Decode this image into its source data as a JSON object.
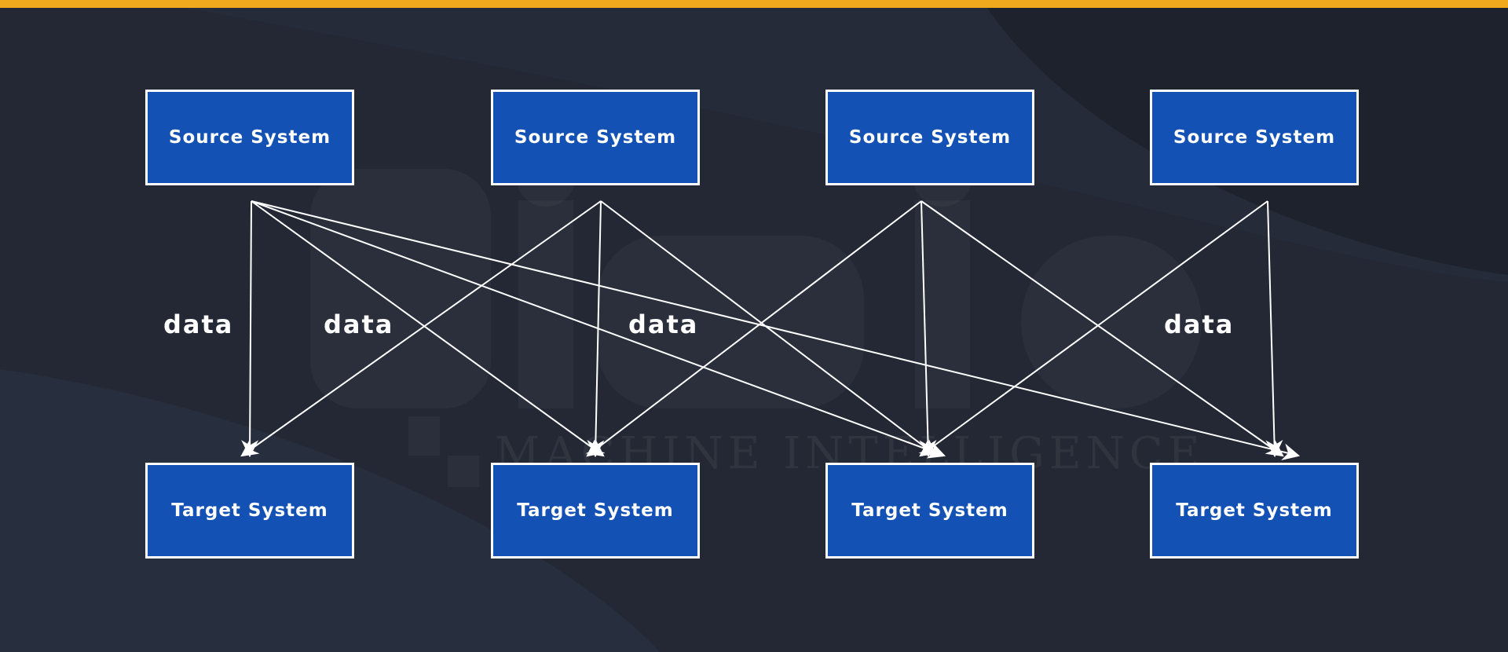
{
  "colors": {
    "accent": "#f0a91c",
    "node_fill": "#1351b5",
    "node_border": "#ffffff",
    "background": "#232834",
    "wire": "#ffffff"
  },
  "watermark": {
    "word": "limia",
    "tagline": "MACHINE INTELLIGENCE"
  },
  "sources": [
    {
      "label": "Source System"
    },
    {
      "label": "Source System"
    },
    {
      "label": "Source System"
    },
    {
      "label": "Source System"
    }
  ],
  "targets": [
    {
      "label": "Target System"
    },
    {
      "label": "Target System"
    },
    {
      "label": "Target System"
    },
    {
      "label": "Target System"
    }
  ],
  "edge_labels": [
    "data",
    "data",
    "data",
    "data"
  ],
  "connections": [
    {
      "from": 0,
      "to": 0
    },
    {
      "from": 0,
      "to": 1
    },
    {
      "from": 0,
      "to": 2
    },
    {
      "from": 0,
      "to": 3
    },
    {
      "from": 1,
      "to": 0
    },
    {
      "from": 1,
      "to": 1
    },
    {
      "from": 1,
      "to": 2
    },
    {
      "from": 2,
      "to": 1
    },
    {
      "from": 2,
      "to": 2
    },
    {
      "from": 2,
      "to": 3
    },
    {
      "from": 3,
      "to": 2
    },
    {
      "from": 3,
      "to": 3
    }
  ]
}
